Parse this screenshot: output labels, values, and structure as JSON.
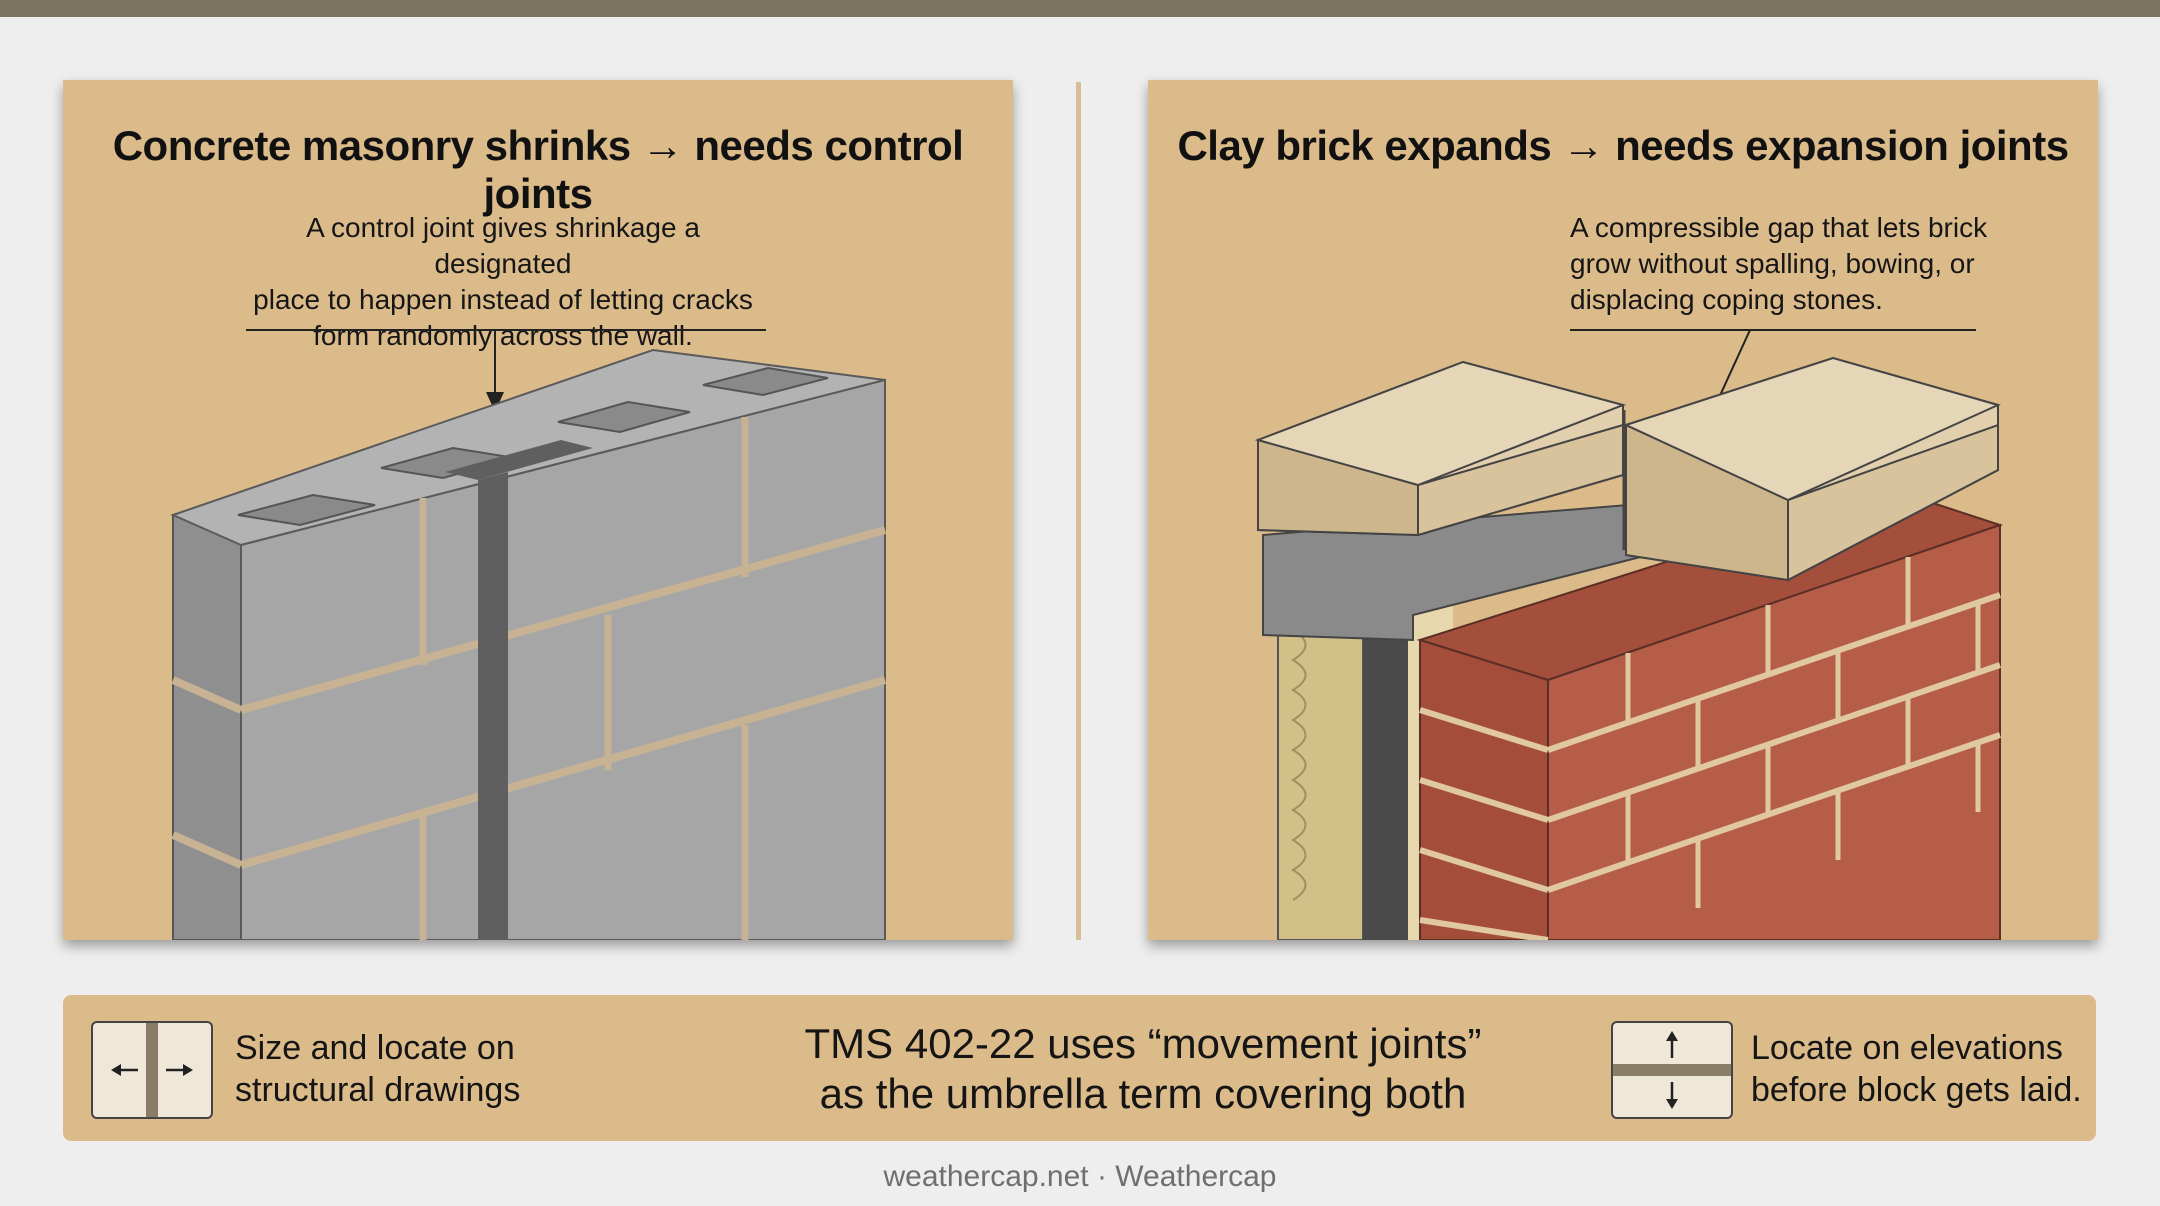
{
  "left_panel": {
    "title": "Concrete masonry shrinks → needs control joints",
    "callout_lines": [
      "A control joint gives shrinkage a designated",
      "place to happen instead of letting cracks",
      "form randomly across the wall."
    ]
  },
  "right_panel": {
    "title": "Clay brick expands → needs expansion joints",
    "callout_lines": [
      "A compressible gap that lets brick",
      "grow without spalling, bowing, or",
      "displacing coping stones."
    ]
  },
  "bottom_bar": {
    "left_lines": [
      "Size and locate on",
      "structural drawings"
    ],
    "center_lines": [
      "TMS 402-22 uses “movement joints”",
      "as the umbrella term covering both"
    ],
    "right_lines": [
      "Locate on elevations",
      "before block gets laid."
    ],
    "left_icon": "horizontal-movement-joint-icon",
    "right_icon": "vertical-movement-joint-icon"
  },
  "footer": {
    "credit": "weathercap.net · Weathercap"
  },
  "colors": {
    "panel": "#dcbb8b",
    "concrete": "#a7a7a7",
    "brick": "#b65d48",
    "coping": "#e2cfae",
    "joint": "#5f5f5f",
    "top_bar": "#7c7260"
  }
}
